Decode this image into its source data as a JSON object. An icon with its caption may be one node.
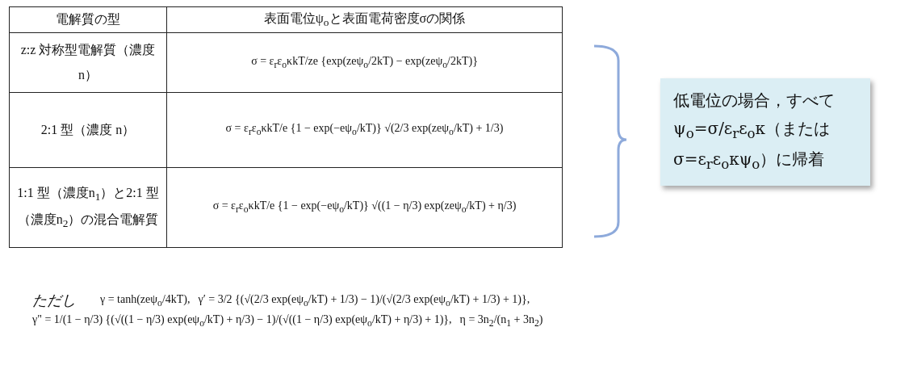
{
  "diagram": {
    "nodes": [
      {
        "text": [
          "低電位の場合，すべてψ$_{o}$=σ/ε$_{r}$ε$_{o}$κ（またはσ=ε$_{r}$ε$_{o}$κψ$_{o}$）に帰着"
        ]
      }
    ],
    "labels": [
      "電解質の型",
      "表面電位ψ$_{o}$と表面電荷密度σの関係",
      "z:z 対称型電解質（濃度 n）",
      "σ = ε$_{r}$ε$_{o}$κkT/ze {exp(zeψ$_{o}$/2kT) − exp(zeψ$_{o}$/2kT)}",
      "2:1 型（濃度 n）",
      "σ = ε$_{r}$ε$_{o}$κkT/e {1 − exp(−eψ$_{o}$/kT)} √(2/3 exp(zeψ$_{o}$/kT) + 1/3)",
      "1:1 型（濃度n$_{1}$）と2:1 型（濃度n$_{2}$）の混合電解質",
      "σ = ε$_{r}$ε$_{o}$κkT/e {1 − exp(−eψ$_{o}$/kT)} √((1 − η/3) exp(zeψ$_{o}$/kT) + η/3)",
      "ただし",
      "γ = tanh(zeψ$_{o}$/4kT),",
      "γ′ = 3/2 {(√(2/3 exp(eψ$_{o}$/kT) + 1/3) − 1)/(√(2/3 exp(eψ$_{o}$/kT) + 1/3) + 1)},",
      "γ\" = 1/(1 − η/3) {(√((1 − η/3) exp(eψ$_{o}$/kT) + η/3) − 1)/(√((1 − η/3) exp(eψ$_{o}$/kT) + η/3) + 1)},",
      "η = 3n$_{2}$/(n$_{1}$ + 3n$_{2}$)"
    ]
  }
}
